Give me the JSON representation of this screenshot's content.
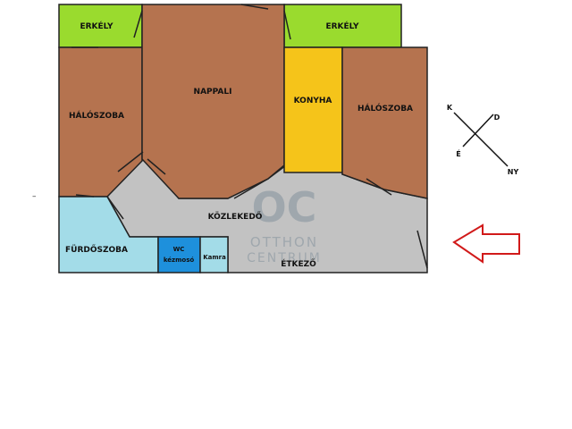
{
  "colors": {
    "balcony": "#9ADB2E",
    "room": "#B5734F",
    "kitchen": "#F5C41A",
    "corridor": "#C2C2C2",
    "bathroom": "#A3DCE8",
    "wc": "#1E90DC",
    "pantry": "#A3DCE8",
    "wall": "#222222",
    "arrow": "#D11A1A",
    "watermark": "#9AA3AA"
  },
  "rooms": {
    "balcony_left": "ERKÉLY",
    "balcony_right": "ERKÉLY",
    "bedroom_left": "HÁLÓSZOBA",
    "living_room": "NAPPALI",
    "kitchen": "KONYHA",
    "bedroom_right": "HÁLÓSZOBA",
    "corridor": "KÖZLEKEDŐ",
    "bathroom": "FÜRDŐSZOBA",
    "wc_line1": "WC",
    "wc_line2": "kézmosó",
    "pantry": "Kamra",
    "dining": "ÉTKEZŐ"
  },
  "compass": {
    "north": "É",
    "south": "D",
    "east": "K",
    "west": "NY"
  },
  "watermark": {
    "logo": "OC",
    "line1": "OTTHON",
    "line2": "CENTRUM"
  },
  "stray_mark": "–",
  "entrance_arrow_icon": "left-arrow-icon"
}
